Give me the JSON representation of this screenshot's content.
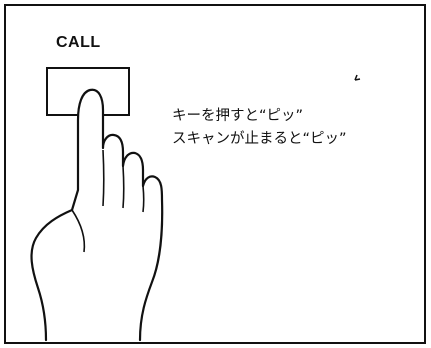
{
  "button": {
    "label": "CALL"
  },
  "description": {
    "line1": "キーを押すと“ピッ”",
    "line2": "スキャンが止まると“ピッ”"
  }
}
